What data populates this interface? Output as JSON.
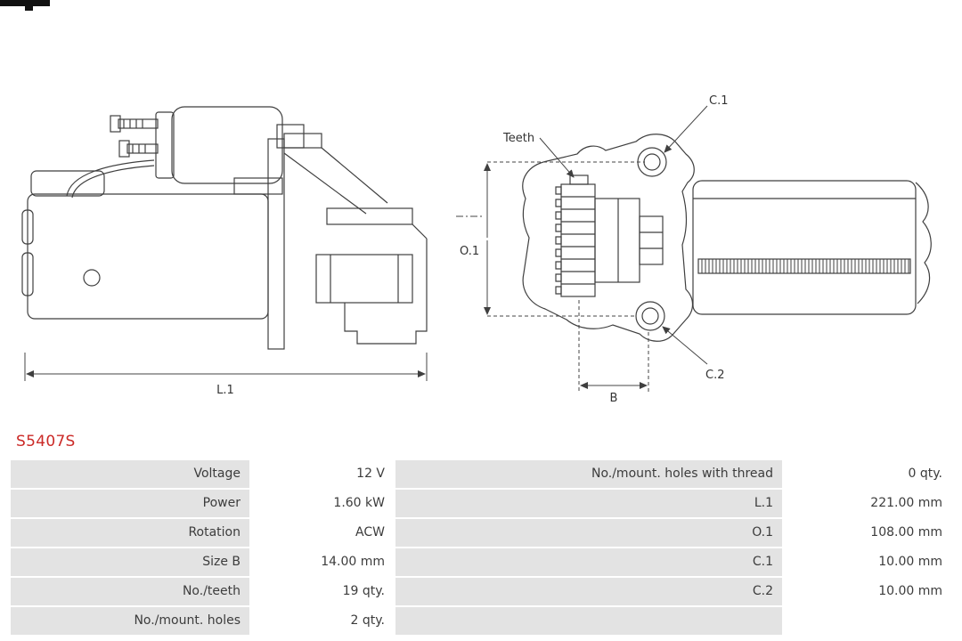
{
  "part_number": "S5407S",
  "colors": {
    "part_number_red": "#cb2a27",
    "table_label_bg": "#e3e3e3",
    "drawing_stroke": "#3f3f3f"
  },
  "drawing": {
    "labels": {
      "l1": "L.1",
      "o1": "O.1",
      "b": "B",
      "c1": "C.1",
      "c2": "C.2",
      "teeth": "Teeth"
    }
  },
  "spec_table": {
    "rows": [
      {
        "l_label": "Voltage",
        "l_value": "12 V",
        "r_label": "No./mount. holes with thread",
        "r_value": "0 qty."
      },
      {
        "l_label": "Power",
        "l_value": "1.60 kW",
        "r_label": "L.1",
        "r_value": "221.00 mm"
      },
      {
        "l_label": "Rotation",
        "l_value": "ACW",
        "r_label": "O.1",
        "r_value": "108.00 mm"
      },
      {
        "l_label": "Size B",
        "l_value": "14.00 mm",
        "r_label": "C.1",
        "r_value": "10.00 mm"
      },
      {
        "l_label": "No./teeth",
        "l_value": "19 qty.",
        "r_label": "C.2",
        "r_value": "10.00 mm"
      },
      {
        "l_label": "No./mount. holes",
        "l_value": "2 qty.",
        "r_label": "",
        "r_value": ""
      }
    ]
  }
}
